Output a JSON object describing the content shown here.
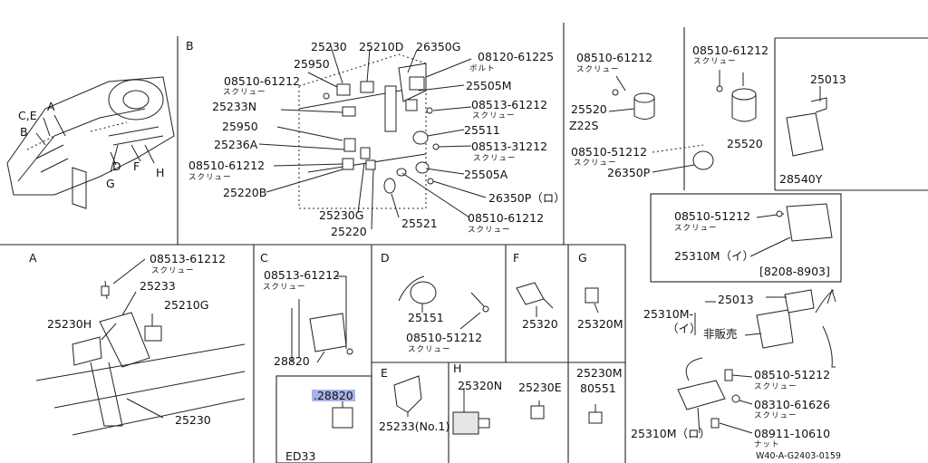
{
  "sections": {
    "B": "B",
    "A": "A",
    "C": "C",
    "D": "D",
    "F": "F",
    "G": "G",
    "E": "E",
    "H": "H"
  },
  "overview": {
    "CE": "C,E",
    "B": "B",
    "A": "A",
    "D": "D",
    "G": "G",
    "F": "F",
    "H": "H"
  },
  "sectionB": {
    "p25230": "25230",
    "p25210D": "25210D",
    "p26350G": "26350G",
    "p08120": "08120-61225",
    "p08120_sub": "ボルト",
    "p25950a": "25950",
    "p08510a": "08510-61212",
    "p08510a_sub": "スクリュー",
    "p25505M": "25505M",
    "p25233N": "25233N",
    "p08513a": "08513-61212",
    "p08513a_sub": "スクリュー",
    "p25950b": "25950",
    "p25511": "25511",
    "p25236A": "25236A",
    "p08513b": "08513-31212",
    "p08513b_sub": "スクリュー",
    "p08510b": "08510-61212",
    "p08510b_sub": "スクリュー",
    "p25505A": "25505A",
    "p25220B": "25220B",
    "p26350P": "26350P（ロ）",
    "p25230G": "25230G",
    "p25521": "25521",
    "p08510c": "08510-61212",
    "p08510c_sub": "スクリュー",
    "p25220": "25220"
  },
  "topRight": {
    "p08510a": "08510-61212",
    "p08510a_sub": "スクリュー",
    "p08510b": "08510-61212",
    "p08510b_sub": "スクリュー",
    "p25520a": "25520",
    "z22s": "Z22S",
    "p25520b": "25520",
    "p08510c": "08510-51212",
    "p08510c_sub": "スクリュー",
    "p26350P": "26350P",
    "p25013": "25013",
    "p28540Y": "28540Y"
  },
  "boxI": {
    "p08510": "08510-51212",
    "p08510_sub": "スクリュー",
    "p25310M": "25310M（イ）",
    "range": "[8208-8903]"
  },
  "sectionA": {
    "p08513": "08513-61212",
    "p08513_sub": "スクリュー",
    "p25233": "25233",
    "p25210G": "25210G",
    "p25230H": "25230H",
    "p25230": "25230"
  },
  "sectionC": {
    "p08513": "08513-61212",
    "p08513_sub": "スクリュー",
    "p28820a": "28820",
    "p28820b": ".28820",
    "ed33": "ED33"
  },
  "sectionD": {
    "p25151": "25151",
    "p08510": "08510-51212",
    "p08510_sub": "スクリュー"
  },
  "sectionF": {
    "p25320": "25320"
  },
  "sectionG": {
    "p25320M": "25320M"
  },
  "sectionE": {
    "p25233": "25233(No.1)"
  },
  "sectionH": {
    "p25320N": "25320N",
    "p25230E": "25230E",
    "p25230M": "25230M",
    "p80551": "80551"
  },
  "lowerRight": {
    "p25310MI": "25310M-",
    "p25310MI_sub": "（イ）",
    "p25013": "25013",
    "hanbai": "非販売",
    "p08510": "08510-51212",
    "p08510_sub": "スクリュー",
    "p08310": "08310-61626",
    "p08310_sub": "スクリュー",
    "p25310MRo": "25310M（ロ）",
    "p08911": "08911-10610",
    "p08911_sub": "ナット",
    "code": "W40-A-G2403-0159"
  }
}
